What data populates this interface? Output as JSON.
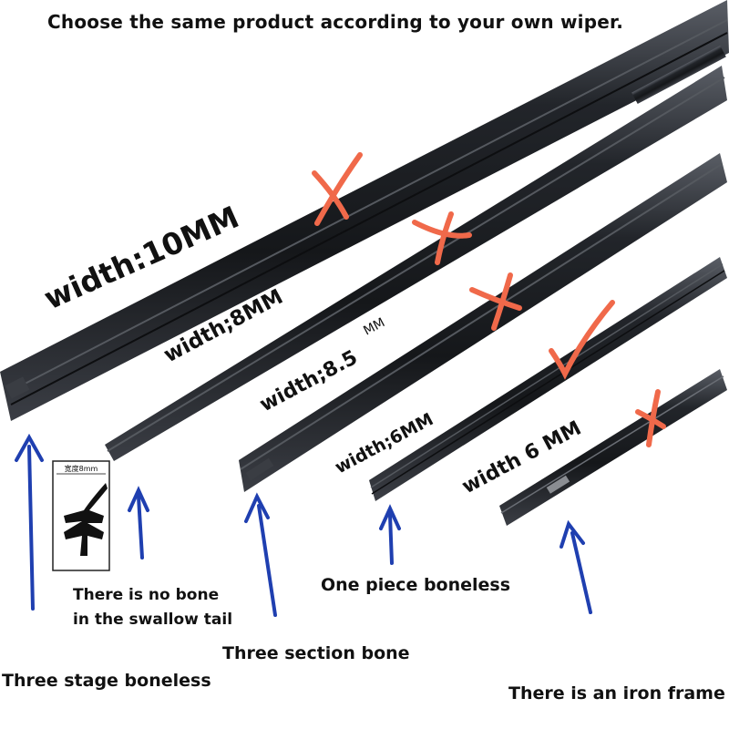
{
  "heading": "Choose the same product according to your own wiper.",
  "strips": [
    {
      "width_label": "width:10MM",
      "mark": "cross",
      "caption": "Three stage boneless"
    },
    {
      "width_label": "width;8MM",
      "mark": "cross",
      "caption": "There is no bone in the swallow tail"
    },
    {
      "width_label": "width;8.5",
      "width_unit": "MM",
      "mark": "cross",
      "caption": "Three section bone"
    },
    {
      "width_label": "width;6MM",
      "mark": "check",
      "caption": "One piece boneless"
    },
    {
      "width_label": "width 6 MM",
      "mark": "cross",
      "caption": "There is an iron frame"
    }
  ],
  "captions": {
    "three_stage": "Three stage boneless",
    "swallow_line1": "There is no bone",
    "swallow_line2": "in the swallow tail",
    "three_section": "Three section bone",
    "one_piece": "One piece boneless",
    "iron_frame": "There is an iron frame"
  },
  "inset": {
    "label": "宽度8mm"
  },
  "colors": {
    "strip": "#1b1d21",
    "strip_highlight": "#4a4d54",
    "mark": "#f0694a",
    "arrow": "#1f3fb0",
    "text": "#111111"
  }
}
